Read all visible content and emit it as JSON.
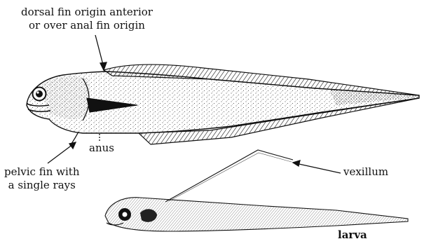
{
  "labels": {
    "dorsal_fin_line1": "dorsal fin origin anterior",
    "dorsal_fin_line2": "or over anal fin origin",
    "pelvic_fin_line1": "pelvic fin with",
    "pelvic_fin_line2": "a single rays",
    "anus": "anus",
    "vexillum": "vexillum",
    "larva": "larva"
  },
  "colors": {
    "ink": "#111111",
    "background": "#ffffff"
  }
}
